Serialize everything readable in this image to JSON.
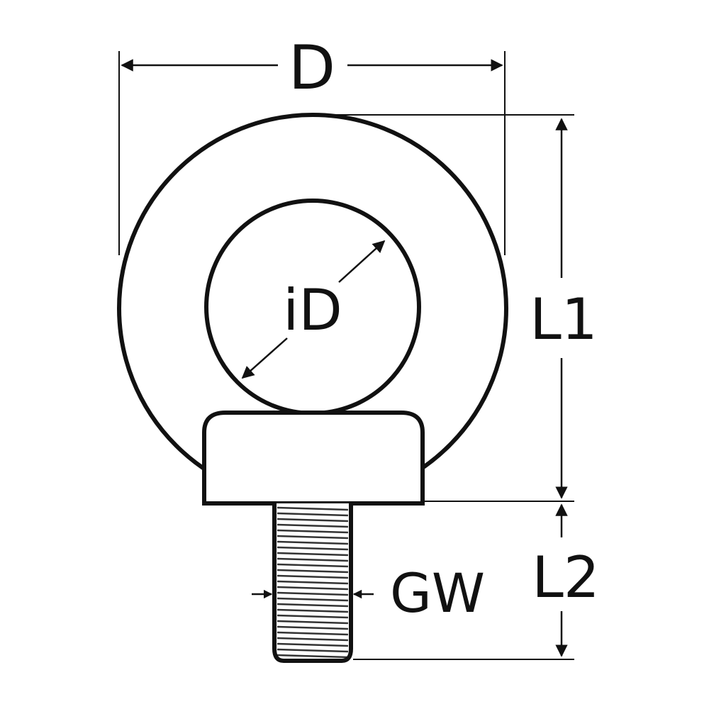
{
  "labels": {
    "outer_diameter": "D",
    "inner_diameter": "iD",
    "length_1": "L1",
    "length_2": "L2",
    "thread": "GW"
  },
  "colors": {
    "line": "#111111",
    "background": "#ffffff"
  }
}
